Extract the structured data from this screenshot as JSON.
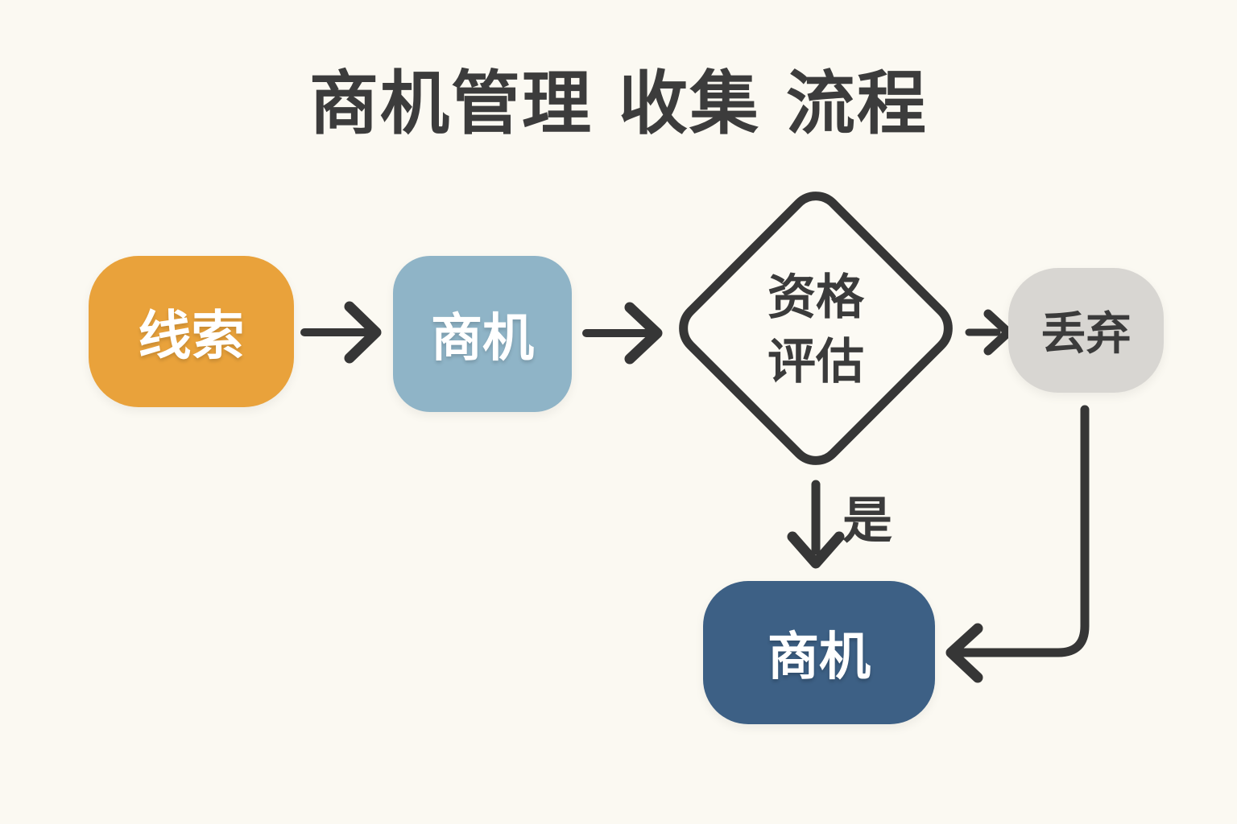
{
  "title": "商机管理 收集 流程",
  "nodes": {
    "lead": {
      "label": "线索"
    },
    "opportunity": {
      "label": "商机"
    },
    "qualification": {
      "label_line1": "资格",
      "label_line2": "评估"
    },
    "discard": {
      "label": "丢弃"
    },
    "final_opportunity": {
      "label": "商机"
    }
  },
  "edges": {
    "yes_label": "是"
  },
  "colors": {
    "background": "#FBF9F2",
    "lead_fill": "#E9A23B",
    "opportunity_fill": "#8FB4C7",
    "discard_fill": "#D8D6D2",
    "final_opportunity_fill": "#3D6085",
    "diamond_fill": "#FCFAF4",
    "stroke": "#363636",
    "text_light": "#FFFFFF",
    "text_dark": "#3B3B3B"
  }
}
